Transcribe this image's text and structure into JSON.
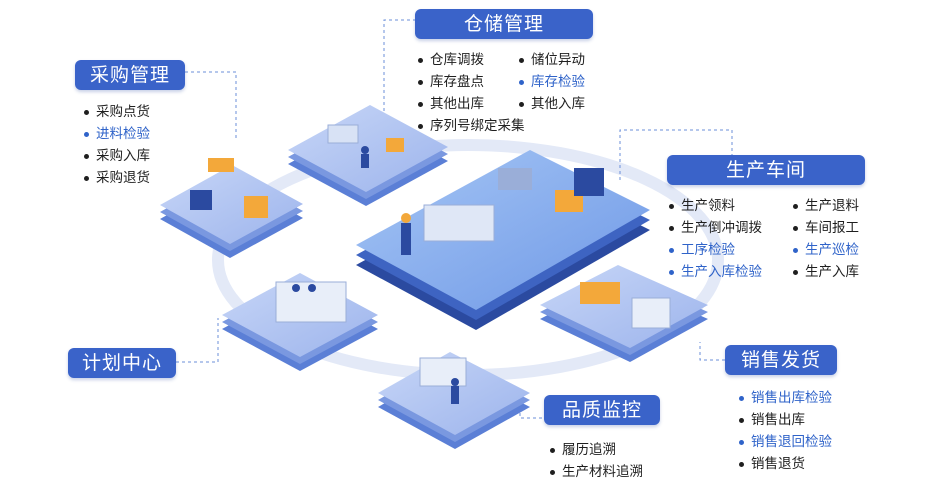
{
  "modules": {
    "warehouse": {
      "title": "仓储管理",
      "items": [
        {
          "text": "仓库调拨",
          "highlight": false
        },
        {
          "text": "储位异动",
          "highlight": false
        },
        {
          "text": "库存盘点",
          "highlight": false
        },
        {
          "text": "库存检验",
          "highlight": true
        },
        {
          "text": "其他出库",
          "highlight": false
        },
        {
          "text": "其他入库",
          "highlight": false
        },
        {
          "text": "序列号绑定采集",
          "highlight": false
        }
      ]
    },
    "purchase": {
      "title": "采购管理",
      "items": [
        {
          "text": "采购点货",
          "highlight": false
        },
        {
          "text": "进料检验",
          "highlight": true
        },
        {
          "text": "采购入库",
          "highlight": false
        },
        {
          "text": "采购退货",
          "highlight": false
        }
      ]
    },
    "workshop": {
      "title": "生产车间",
      "items": [
        {
          "text": "生产领料",
          "highlight": false
        },
        {
          "text": "生产退料",
          "highlight": false
        },
        {
          "text": "生产倒冲调拨",
          "highlight": false
        },
        {
          "text": "车间报工",
          "highlight": false
        },
        {
          "text": "工序检验",
          "highlight": true
        },
        {
          "text": "生产巡检",
          "highlight": true
        },
        {
          "text": "生产入库检验",
          "highlight": true
        },
        {
          "text": "生产入库",
          "highlight": false
        }
      ]
    },
    "planning": {
      "title": "计划中心"
    },
    "quality": {
      "title": "品质监控",
      "items": [
        {
          "text": "履历追溯",
          "highlight": false
        },
        {
          "text": "生产材料追溯",
          "highlight": false
        }
      ]
    },
    "sales": {
      "title": "销售发货",
      "items": [
        {
          "text": "销售出库检验",
          "highlight": true
        },
        {
          "text": "销售出库",
          "highlight": false
        },
        {
          "text": "销售退回检验",
          "highlight": true
        },
        {
          "text": "销售退货",
          "highlight": false
        }
      ]
    }
  },
  "colors": {
    "accent": "#3a63c9",
    "highlight_text": "#2f63c9",
    "platform_top": "#a9bff0",
    "platform_side": "#5b7fd6",
    "ring": "#e3e9f7"
  }
}
